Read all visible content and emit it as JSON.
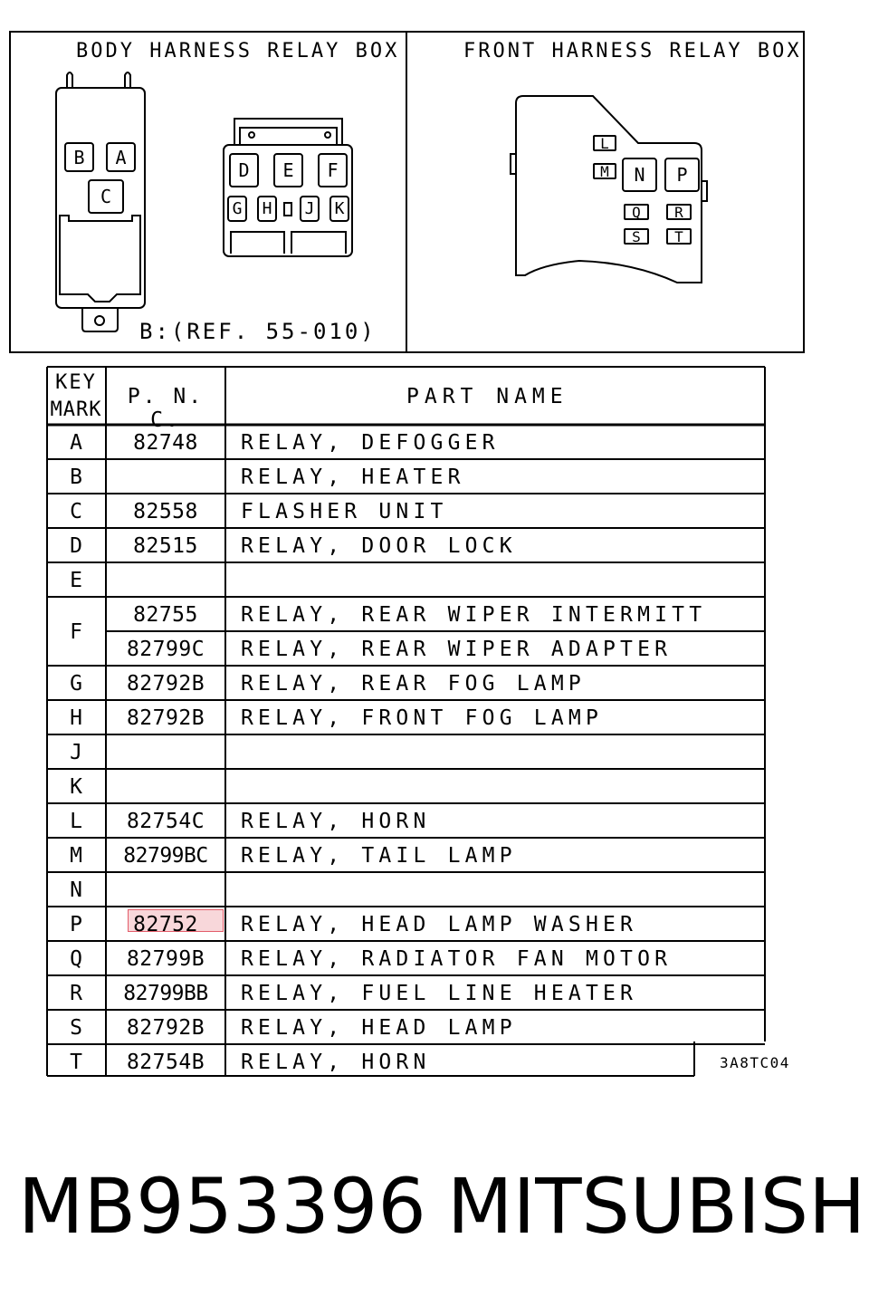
{
  "left_panel": {
    "title": "BODY HARNESS RELAY BOX",
    "ref_note": "B:(REF. 55-010)",
    "slots": [
      "B",
      "A",
      "C",
      "D",
      "E",
      "F",
      "G",
      "H",
      "J",
      "K"
    ]
  },
  "right_panel": {
    "title": "FRONT HARNESS RELAY BOX",
    "slots": [
      "L",
      "M",
      "N",
      "P",
      "Q",
      "R",
      "S",
      "T"
    ]
  },
  "table": {
    "headers": {
      "key_mark_line1": "KEY",
      "key_mark_line2": "MARK",
      "pnc": "P. N. C.",
      "part_name": "PART NAME"
    },
    "rows": [
      {
        "key": "A",
        "pnc": "82748",
        "name": "RELAY, DEFOGGER"
      },
      {
        "key": "B",
        "pnc": "",
        "name": "RELAY, HEATER"
      },
      {
        "key": "C",
        "pnc": "82558",
        "name": "FLASHER UNIT"
      },
      {
        "key": "D",
        "pnc": "82515",
        "name": "RELAY, DOOR LOCK"
      },
      {
        "key": "E",
        "pnc": "",
        "name": ""
      },
      {
        "key": "F",
        "pnc": "82755",
        "name": "RELAY, REAR WIPER INTERMITT"
      },
      {
        "key": "",
        "pnc": "82799C",
        "name": "RELAY, REAR WIPER ADAPTER"
      },
      {
        "key": "G",
        "pnc": "82792B",
        "name": "RELAY, REAR FOG LAMP"
      },
      {
        "key": "H",
        "pnc": "82792B",
        "name": "RELAY, FRONT FOG LAMP"
      },
      {
        "key": "J",
        "pnc": "",
        "name": ""
      },
      {
        "key": "K",
        "pnc": "",
        "name": ""
      },
      {
        "key": "L",
        "pnc": "82754C",
        "name": "RELAY, HORN"
      },
      {
        "key": "M",
        "pnc": "82799BC",
        "name": "RELAY, TAIL LAMP"
      },
      {
        "key": "N",
        "pnc": "",
        "name": ""
      },
      {
        "key": "P",
        "pnc": "82752",
        "name": "RELAY, HEAD LAMP WASHER",
        "highlight": true
      },
      {
        "key": "Q",
        "pnc": "82799B",
        "name": "RELAY, RADIATOR FAN MOTOR"
      },
      {
        "key": "R",
        "pnc": "82799BB",
        "name": "RELAY, FUEL LINE HEATER"
      },
      {
        "key": "S",
        "pnc": "82792B",
        "name": "RELAY, HEAD LAMP"
      },
      {
        "key": "T",
        "pnc": "82754B",
        "name": "RELAY, HORN"
      }
    ],
    "figure_code": "3A8TC04"
  },
  "footer": {
    "part_number": "MB953396",
    "brand": "MITSUBISHI"
  },
  "colors": {
    "ink": "#000000",
    "highlight_fill": "#f8d7da",
    "highlight_border": "#e35d6a"
  }
}
